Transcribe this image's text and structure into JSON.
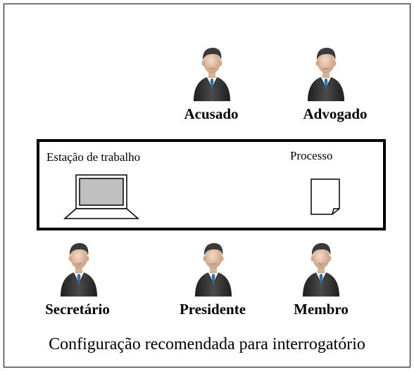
{
  "people": {
    "acusado": {
      "label": "Acusado",
      "icon": "person-icon"
    },
    "advogado": {
      "label": "Advogado",
      "icon": "person-icon"
    },
    "secretario": {
      "label": "Secretário",
      "icon": "person-icon"
    },
    "presidente": {
      "label": "Presidente",
      "icon": "person-icon"
    },
    "membro": {
      "label": "Membro",
      "icon": "person-icon"
    }
  },
  "room": {
    "workstation_label": "Estação de trabalho",
    "process_label": "Processo",
    "workstation_icon": "laptop-icon",
    "process_icon": "document-icon"
  },
  "caption": "Configuração recomendada para interrogatório",
  "colors": {
    "suit": "#2b2b2b",
    "skin": "#e9c6a6",
    "hair": "#3a3a3a",
    "shirt": "#ffffff",
    "tie": "#2b6fb3",
    "screen": "#c0c0c0"
  }
}
